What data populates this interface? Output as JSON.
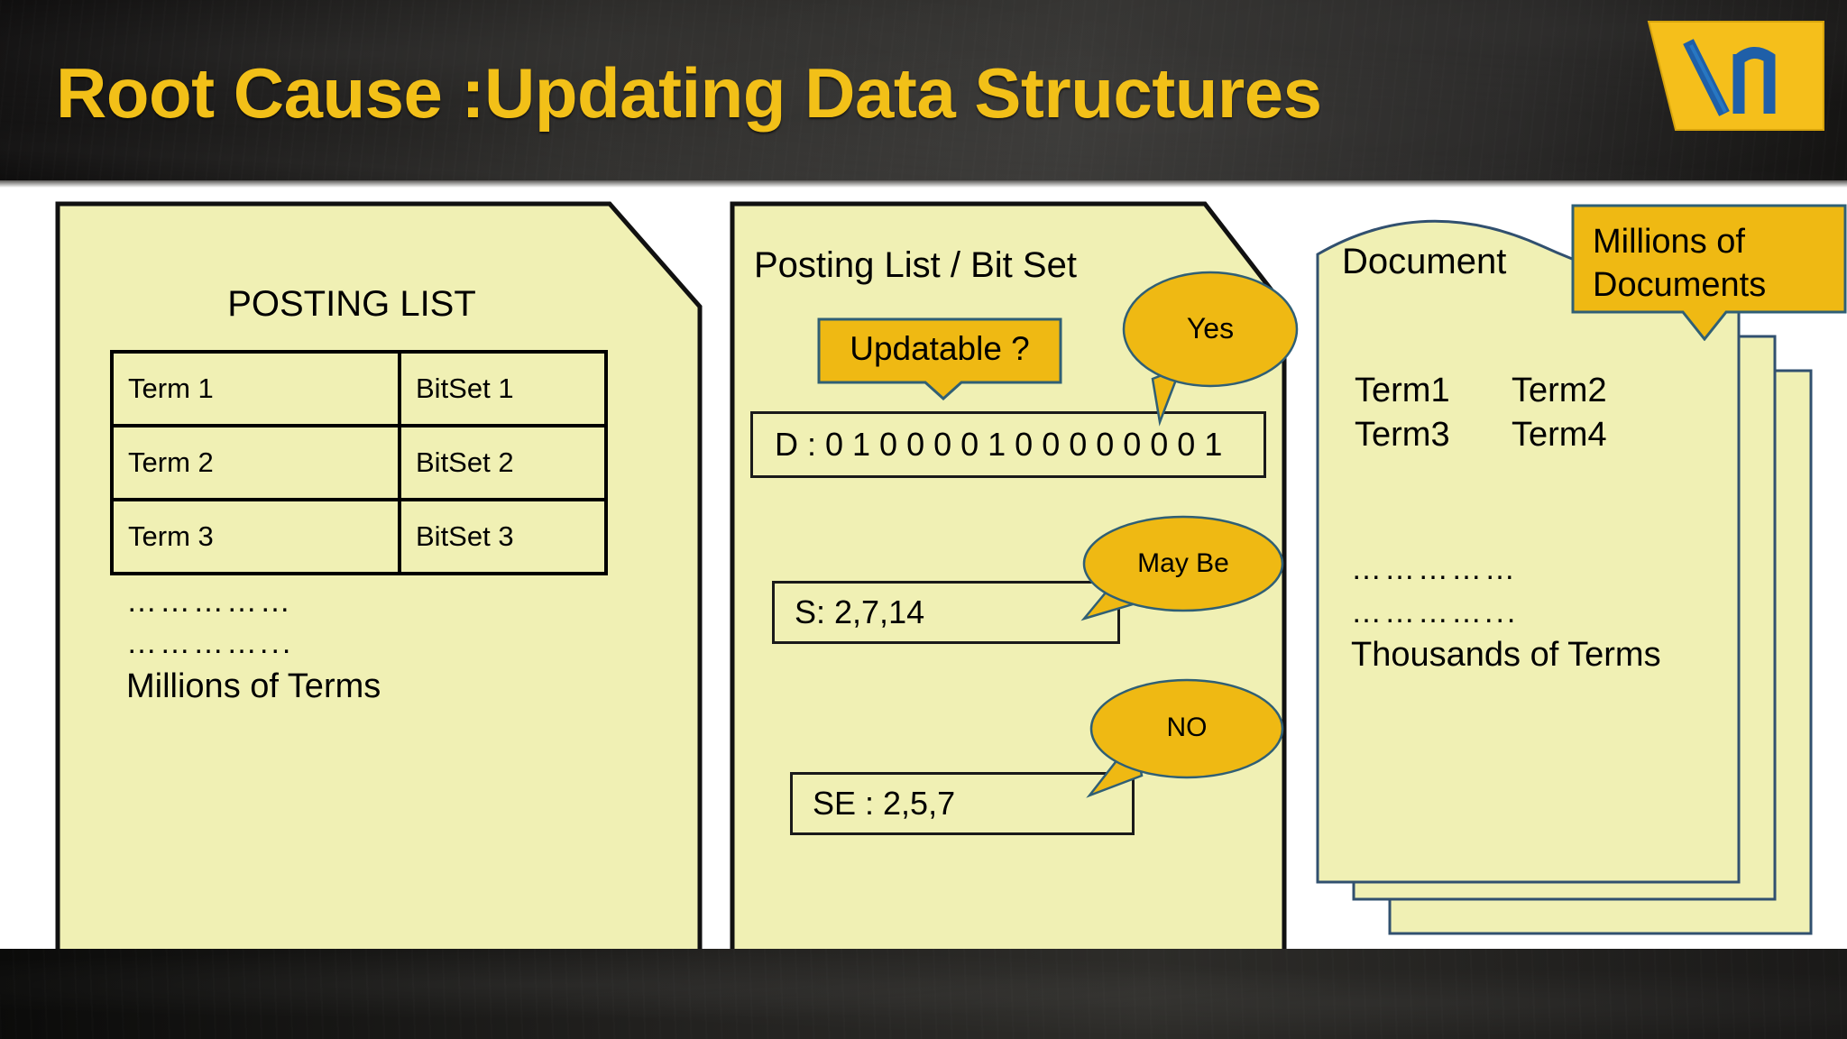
{
  "header": {
    "title": "Root  Cause :Updating Data Structures",
    "title_color": "#f2c018",
    "logo_name": "vn-logo",
    "logo_plate_color": "#f5bf1b",
    "logo_mark_color": "#1f5fa8"
  },
  "theme": {
    "panel_fill": "#f0f0b4",
    "panel_stroke_dark": "#111111",
    "panel_stroke_blue": "#31506f",
    "callout_fill": "#efb913",
    "callout_stroke": "#2f5f75",
    "background": "#ffffff",
    "band_dark": "#262524"
  },
  "panel_posting_list": {
    "name": "posting-list-panel",
    "heading": "POSTING LIST",
    "table": {
      "columns": [
        "Term",
        "BitSet"
      ],
      "rows": [
        {
          "term": "Term 1",
          "bitset": "BitSet 1"
        },
        {
          "term": "Term 2",
          "bitset": "BitSet 2"
        },
        {
          "term": "Term 3",
          "bitset": "BitSet 3"
        }
      ]
    },
    "ellipsis_1": "……………",
    "ellipsis_2": "…………...",
    "footnote": "Millions of Terms"
  },
  "panel_bitset": {
    "name": "posting-list-bitset-panel",
    "heading": "Posting List / Bit Set",
    "question_callout": "Updatable ?",
    "rows": [
      {
        "label": "D : 0 1 0 0 0 0 1 0 0 0 0 0 0 0 1",
        "key": "D",
        "value": "0 1 0 0 0 0 1 0 0 0 0 0 0 0 1",
        "bits": [
          0,
          1,
          0,
          0,
          0,
          0,
          1,
          0,
          0,
          0,
          0,
          0,
          0,
          0,
          1
        ],
        "answer": "Yes"
      },
      {
        "label": "S:       2,7,14",
        "key": "S:",
        "value": "2,7,14",
        "answer": "May Be"
      },
      {
        "label": "SE :    2,5,7",
        "key": "SE :",
        "value": "2,5,7",
        "answer": "NO"
      }
    ]
  },
  "panel_document": {
    "name": "document-stack-panel",
    "heading": "Document",
    "callout": "Millions of\nDocuments",
    "callout_line1": "Millions of",
    "callout_line2": "Documents",
    "terms": [
      [
        "Term1",
        "Term2"
      ],
      [
        "Term3",
        "Term4"
      ]
    ],
    "ellipsis_1": "……………",
    "ellipsis_2": "…………...",
    "footnote": "Thousands of Terms",
    "stack_count": 3
  }
}
